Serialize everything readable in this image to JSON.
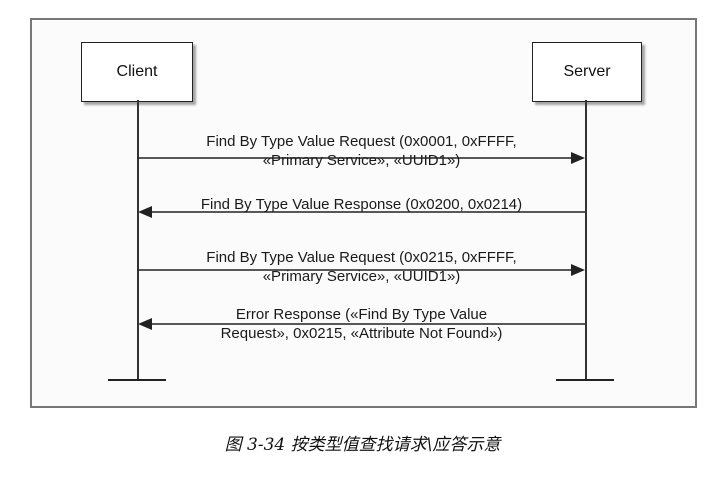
{
  "diagram": {
    "actors": {
      "client": "Client",
      "server": "Server"
    },
    "messages": [
      {
        "direction": "client-to-server",
        "line1": "Find By Type Value Request (0x0001, 0xFFFF,",
        "line2": "«Primary Service», «UUID1»)"
      },
      {
        "direction": "server-to-client",
        "line1": "Find By Type Value Response (0x0200, 0x0214)",
        "line2": ""
      },
      {
        "direction": "client-to-server",
        "line1": "Find By Type Value Request (0x0215, 0xFFFF,",
        "line2": "«Primary Service», «UUID1»)"
      },
      {
        "direction": "server-to-client",
        "line1": "Error Response («Find By Type Value",
        "line2": "Request», 0x0215, «Attribute Not Found»)"
      }
    ]
  },
  "caption": "图 3-34 按类型值查找请求\\应答示意"
}
